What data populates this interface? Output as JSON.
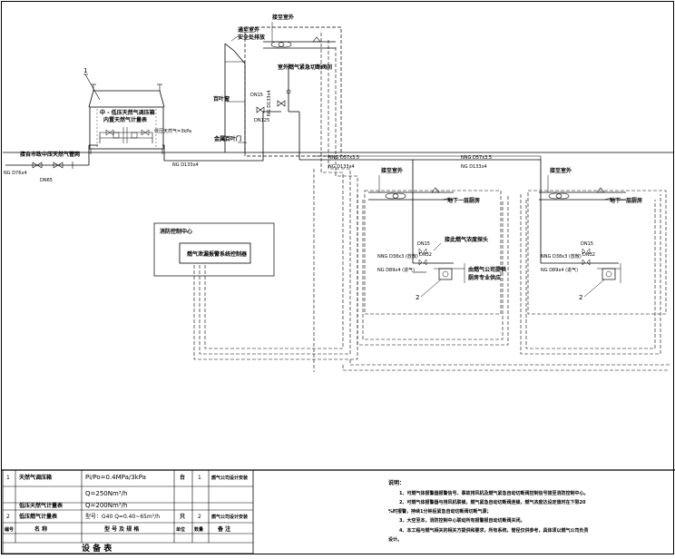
{
  "labels": {
    "callout_1": "1",
    "callout_2a": "2",
    "callout_2b": "2",
    "city_gas": "接自市政中压天然气管网",
    "ng76": "NG D76x4",
    "dn65": "DN65",
    "station_title": "中 - 低压天然气调压箱",
    "station_sub": "内置天然气计量表",
    "pressure_tag": "低压天然气=3kPa",
    "ng133_main": "NG D133x4",
    "roof_exit": "接至室外",
    "roof_safety": "通至室外\n安全处排放",
    "emerg_valve": "室外燃气紧急切断阀间",
    "louver": "百叶窗",
    "dn15_top": "DN15",
    "dn125": "DN125",
    "ng133_v": "NG D133x4",
    "metal_door": "金属百叶门",
    "ng57_left": "NNG D57x3.5",
    "ng133_left": "NG D133x4",
    "ng57_right": "NNG D57x3.5",
    "ng133_right": "NG D133x4",
    "fire_center": "消防控制中心",
    "controller": "燃气泄漏报警系统控制器",
    "r1_exit": "接至室外",
    "r1_kitchen": "地下一层厨房",
    "r1_dn15": "DN15",
    "r1_dn32": "DN32",
    "r1_ng38": "NNG D38x3 (放散)",
    "r1_ng89": "NG D89x4 (进气)",
    "r1_probe": "接此燃气浓度探头",
    "r1_meter_a": "由燃气公司提供",
    "r1_meter_b": "厨房专业供应",
    "r2_exit": "接至室外",
    "r2_kitchen": "地下一层厨房",
    "r2_dn15": "DN15",
    "r2_dn32": "DN32",
    "r2_ng38": "NNG D38x3 (放散)",
    "r2_ng89": "NG D89x4 (进气)"
  },
  "table": {
    "rows": [
      {
        "num": "1",
        "name": "天然气调压箱",
        "spec": "Pi/Po=0.4MPa/3kPa",
        "unit": "台",
        "qty": "1",
        "note": "燃气公司设计安装"
      },
      {
        "num": "",
        "name": "",
        "spec": "Q=250Nm³/h",
        "unit": "",
        "qty": "",
        "note": ""
      },
      {
        "num": "",
        "name": "低压天然气计量表",
        "spec": "Q=200Nm³/h",
        "unit": "",
        "qty": "",
        "note": ""
      },
      {
        "num": "2",
        "name": "低压燃气计量表",
        "spec": "型号：G40  Q=0.40~65m³/h",
        "unit": "只",
        "qty": "2",
        "note": "燃气公司设计安装"
      }
    ],
    "header": {
      "num": "编号",
      "name": "名    称",
      "spec": "型  号  及  规  格",
      "unit": "单位",
      "qty": "数量",
      "note": "备  注"
    },
    "title": "设        备        表"
  },
  "notes": {
    "heading": "说明：",
    "lines": [
      "1、可燃气体报警器报警信号、事故排风机及燃气紧急自动切断阀控制信号接至消防控制中心。",
      "2、可燃气体报警器与排风机联锁，燃气紧急自动切断阀连锁，燃气浓度达设定值时在下限20",
      "%时报警，持续1分钟后紧急自动切断阀切断气源；",
      "3、大空至本，消防控制中心联动所有报警报自动切断阀关闭。",
      "4、本工程与燃气相关的相关方提供和要求，所有系统，管径仅供参考，具体须以燃气公司负责",
      "设计。"
    ]
  }
}
